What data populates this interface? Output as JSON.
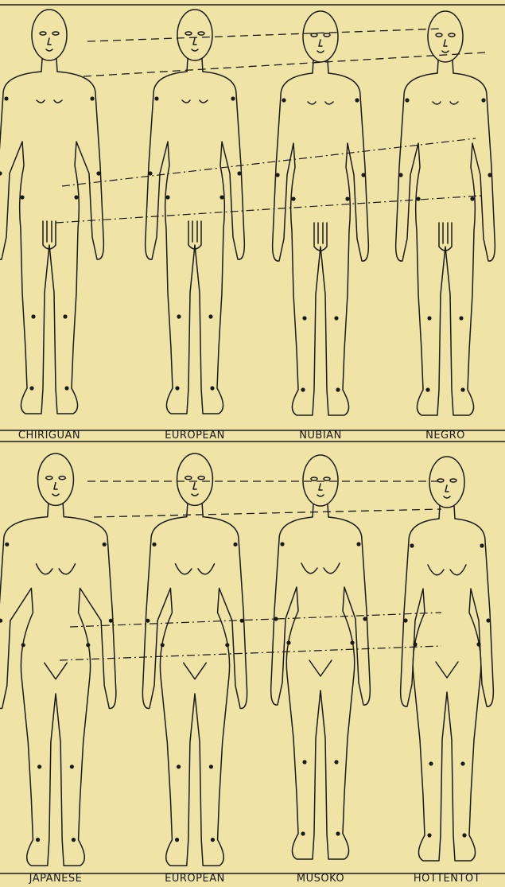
{
  "top_row": {
    "labels": [
      "CHIRIGUAN",
      "EUROPEAN",
      "NUBIAN",
      "NEGRO"
    ]
  },
  "bottom_row": {
    "labels": [
      "JAPANESE",
      "EUROPEAN",
      "MUSOKO",
      "HOTTENTOT"
    ]
  },
  "colors": {
    "paper": "#f0e3a6",
    "ink": "#1a1a1a"
  }
}
